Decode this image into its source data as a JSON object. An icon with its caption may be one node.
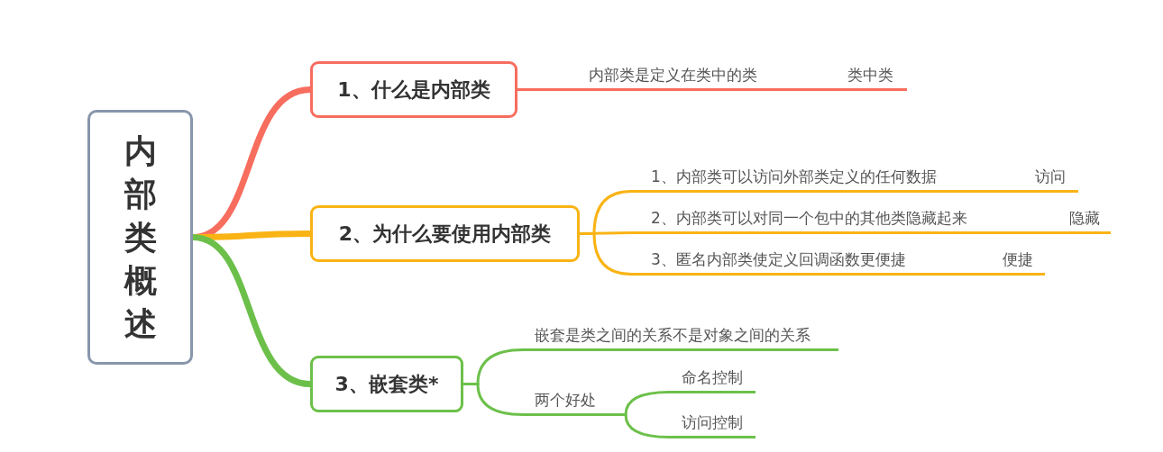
{
  "diagram": {
    "nodes": [
      {
        "text": [
          "内部类概述"
        ]
      },
      {
        "text": [
          "1、什么是内部类"
        ]
      },
      {
        "text": [
          "2、为什么要使用内部类"
        ]
      },
      {
        "text": [
          "3、嵌套类*"
        ]
      },
      {
        "text": [
          "内部类是定义在类中的类"
        ]
      },
      {
        "text": [
          "类中类"
        ]
      },
      {
        "text": [
          "1、内部类可以访问外部类定义的任何数据"
        ]
      },
      {
        "text": [
          "访问"
        ]
      },
      {
        "text": [
          "2、内部类可以对同一个包中的其他类隐藏起来"
        ]
      },
      {
        "text": [
          "隐藏"
        ]
      },
      {
        "text": [
          "3、匿名内部类使定义回调函数更便捷"
        ]
      },
      {
        "text": [
          "便捷"
        ]
      },
      {
        "text": [
          "嵌套是类之间的关系不是对象之间的关系"
        ]
      },
      {
        "text": [
          "两个好处"
        ]
      },
      {
        "text": [
          "命名控制"
        ]
      },
      {
        "text": [
          "访问控制"
        ]
      }
    ],
    "edges": [
      {
        "from": 0,
        "to": 1,
        "arrow": "none",
        "style": "thick",
        "color": "#f76d5e"
      },
      {
        "from": 0,
        "to": 2,
        "arrow": "none",
        "style": "thick"
      },
      {
        "from": 0,
        "to": 3,
        "arrow": "none",
        "style": "thick",
        "color": "#6cc04a"
      },
      {
        "from": 1,
        "to": 4,
        "arrow": "none",
        "color": "#f76d5e"
      },
      {
        "from": 4,
        "to": 5,
        "arrow": "none",
        "color": "#f76d5e"
      },
      {
        "from": 2,
        "to": 6,
        "arrow": "none"
      },
      {
        "from": 6,
        "to": 7,
        "arrow": "none"
      },
      {
        "from": 2,
        "to": 8,
        "arrow": "none"
      },
      {
        "from": 8,
        "to": 9,
        "arrow": "none"
      },
      {
        "from": 2,
        "to": 10,
        "arrow": "none"
      },
      {
        "from": 10,
        "to": 11,
        "arrow": "none"
      },
      {
        "from": 3,
        "to": 12,
        "arrow": "none",
        "color": "#6cc04a"
      },
      {
        "from": 3,
        "to": 13,
        "arrow": "none",
        "color": "#6cc04a"
      },
      {
        "from": 13,
        "to": 14,
        "arrow": "none",
        "color": "#6cc04a"
      },
      {
        "from": 13,
        "to": 15,
        "arrow": "none",
        "color": "#6cc04a"
      }
    ]
  }
}
